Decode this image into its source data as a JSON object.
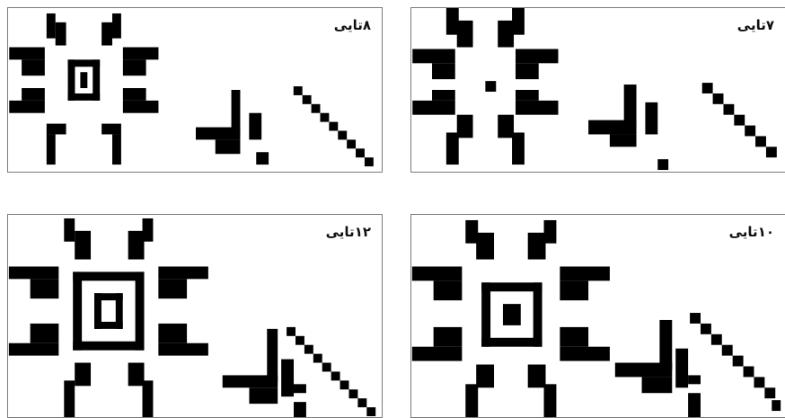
{
  "panels": {
    "top_left": {
      "label": "۸تایی"
    },
    "top_right": {
      "label": "۷تایی"
    },
    "bottom_left": {
      "label": "۱۲تایی"
    },
    "bottom_right": {
      "label": "۱۰تایی"
    }
  },
  "colors": {
    "pattern": "#000000",
    "background": "#ffffff",
    "border": "#7a7a7a"
  }
}
